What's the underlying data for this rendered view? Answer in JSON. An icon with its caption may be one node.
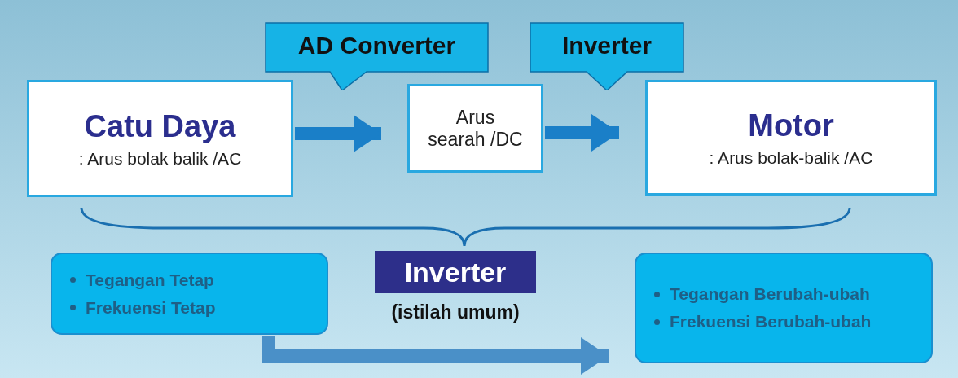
{
  "diagram": {
    "nodes": [
      {
        "text": [
          "Catu Daya",
          ": Arus bolak balik /AC"
        ]
      },
      {
        "text": [
          "Arus searah /DC"
        ]
      },
      {
        "text": [
          "Motor",
          ": Arus bolak-balik /AC"
        ]
      },
      {
        "text": [
          "AD Converter"
        ]
      },
      {
        "text": [
          "Inverter"
        ]
      },
      {
        "text": [
          "Inverter"
        ],
        "beside": [
          "(istilah umum)"
        ]
      },
      {
        "text": [
          "**Tegangan** Tetap",
          "**Frekuensi** Tetap"
        ]
      },
      {
        "text": [
          "**Tegangan** Berubah-ubah",
          "**Frekuensi** Berubah-ubah"
        ]
      }
    ],
    "edges": [
      {
        "from": 0,
        "to": 1,
        "arrow": "to"
      },
      {
        "from": 1,
        "to": 2,
        "arrow": "to"
      },
      {
        "from": 6,
        "to": 7,
        "arrow": "to",
        "color": "#4a90c8"
      }
    ]
  }
}
